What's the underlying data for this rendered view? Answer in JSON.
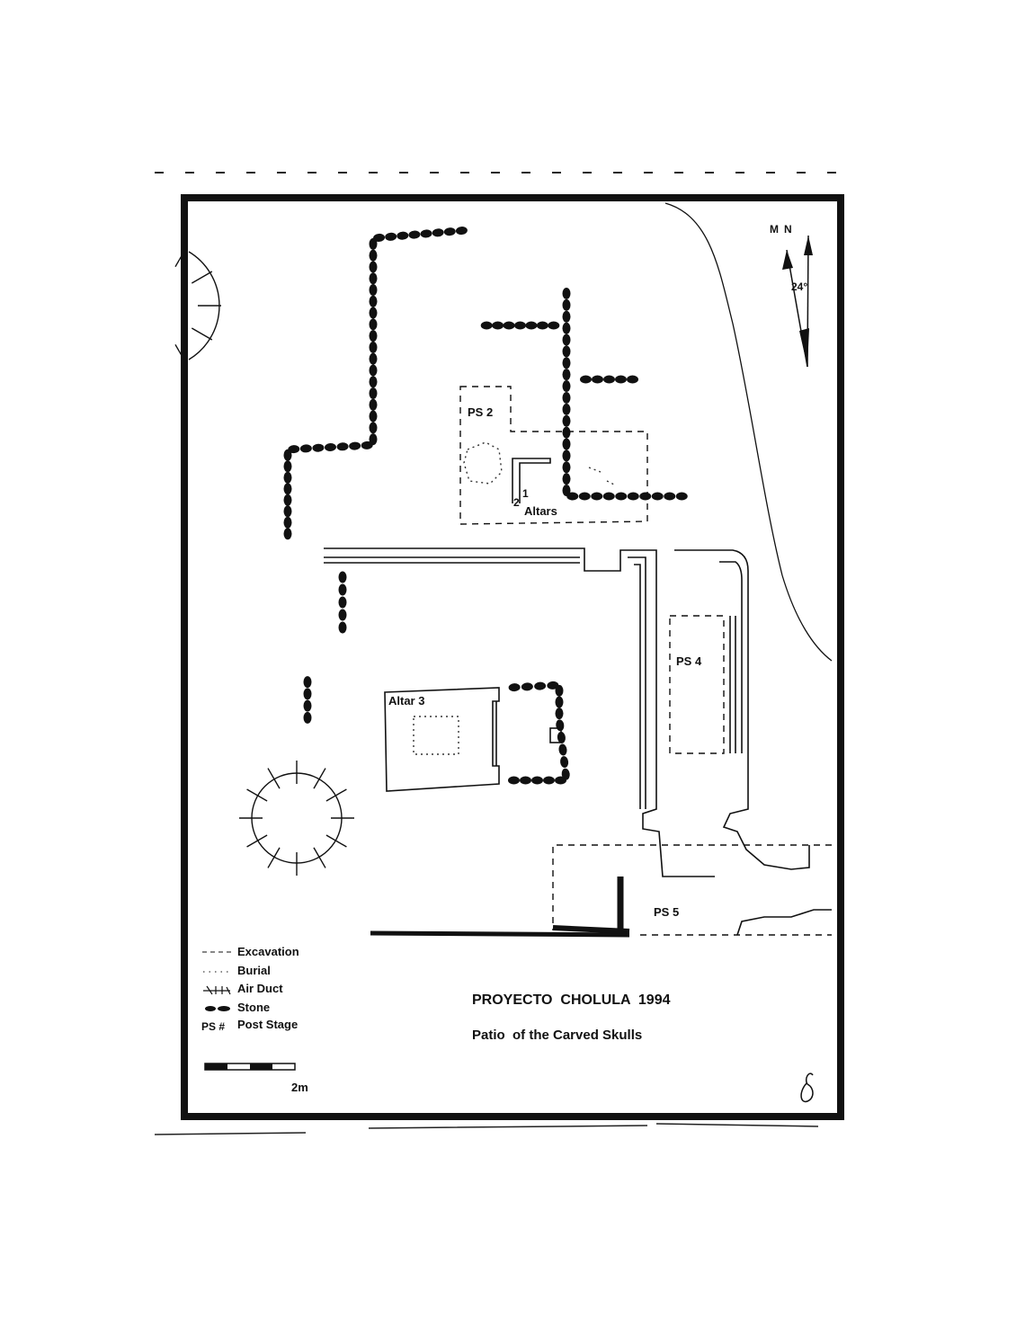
{
  "title": "PROYECTO  CHOLULA  1994",
  "subtitle": "Patio  of the Carved Skulls",
  "north_arrow": {
    "magnetic": "M",
    "true": "N",
    "declination": "24°"
  },
  "labels": {
    "ps2": "PS 2",
    "ps4": "PS 4",
    "ps5": "PS 5",
    "altars": "Altars",
    "altar1": "1",
    "altar2": "2",
    "altar3": "Altar 3"
  },
  "legend": [
    {
      "symbol": "dashed-line",
      "label": "Excavation"
    },
    {
      "symbol": "dotted-line",
      "label": "Burial"
    },
    {
      "symbol": "air-duct",
      "label": "Air Duct"
    },
    {
      "symbol": "stone",
      "label": "Stone"
    },
    {
      "symbol": "PS #",
      "label": "Post Stage"
    }
  ],
  "scale": {
    "label": "2m"
  },
  "colors": {
    "ink": "#111111",
    "paper": "#ffffff"
  }
}
